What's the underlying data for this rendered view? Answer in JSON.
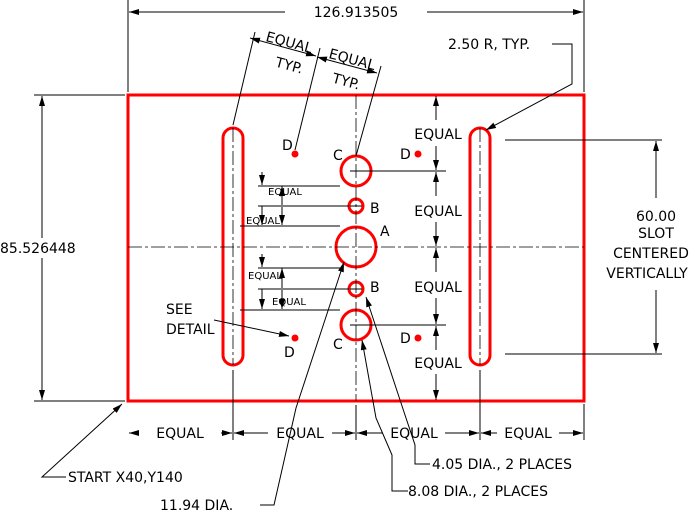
{
  "dimensions": {
    "overall_width": "126.913505",
    "overall_height": "85.526448",
    "slot_radius": "2.50  R,  TYP.",
    "slot_height_line1": "60.00",
    "slot_height_line2": "SLOT",
    "slot_height_line3": "CENTERED",
    "slot_height_line4": "VERTICALLY",
    "equal": "EQUAL",
    "typ": "TYP.",
    "dia_c": "4.05  DIA.,  2  PLACES",
    "dia_b": "8.08  DIA.,  2  PLACES",
    "dia_a": "11.94  DIA.",
    "start": "START  X40,Y140",
    "see_detail_1": "SEE",
    "see_detail_2": "DETAIL"
  },
  "labels": {
    "a": "A",
    "b": "B",
    "c": "C",
    "d": "D"
  },
  "colors": {
    "outline": "#ff0000",
    "dimension": "#000000"
  }
}
